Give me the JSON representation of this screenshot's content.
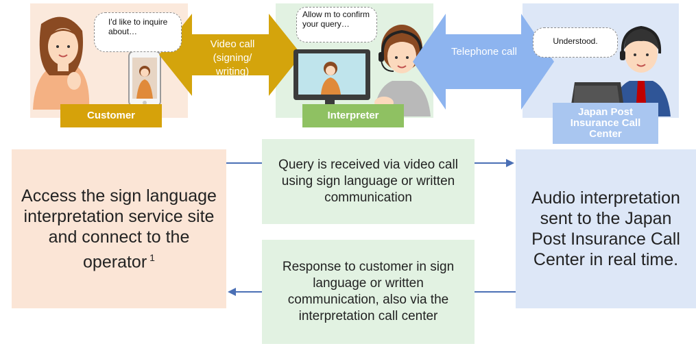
{
  "panels": {
    "customer": {
      "bubble": "I'd like to inquire about…",
      "label": "Customer",
      "label_color": "#d6a20a",
      "bg": "#fbe9dc"
    },
    "interpreter": {
      "bubble": "Allow m to confirm your query…",
      "label": "Interpreter",
      "label_color": "#8fc162",
      "bg": "#e2f2e2"
    },
    "call_center": {
      "bubble": "Understood.",
      "label": "Japan Post Insurance Call Center",
      "label_color": "#a9c6f0",
      "bg": "#dde7f7"
    }
  },
  "connectors": {
    "video_call": {
      "label": "Video call (signing/ writing)",
      "color": "#d4a40c"
    },
    "telephone_call": {
      "label": "Telephone call",
      "color": "#8db4ef"
    }
  },
  "flow": {
    "left_box": "Access the sign language interpretation service site and connect to the operator",
    "left_box_superscript": "1",
    "top_middle": "Query is received via video call using sign language or written communication",
    "bottom_middle": "Response to customer in sign language or written communication, also via the interpretation call center",
    "right_box": "Audio interpretation sent to the Japan Post Insurance Call Center in real time."
  }
}
